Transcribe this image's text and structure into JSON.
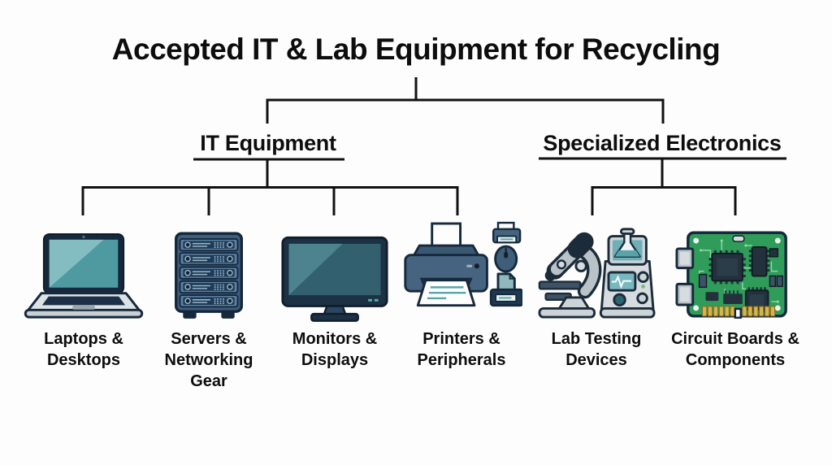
{
  "title": "Accepted IT & Lab Equipment for Recycling",
  "branches": [
    {
      "label": "IT Equipment",
      "children": [
        {
          "label": "Laptops & Desktops",
          "icon": "laptop-icon"
        },
        {
          "label": "Servers & Networking Gear",
          "icon": "server-rack-icon"
        },
        {
          "label": "Monitors & Displays",
          "icon": "monitor-icon"
        },
        {
          "label": "Printers & Peripherals",
          "icon": "printer-peripherals-icon"
        }
      ]
    },
    {
      "label": "Specialized Electronics",
      "children": [
        {
          "label": "Lab Testing Devices",
          "icon": "lab-testing-icon"
        },
        {
          "label": "Circuit Boards & Components",
          "icon": "circuit-board-icon"
        }
      ]
    }
  ],
  "palette": {
    "line": "#111111",
    "outline_navy": "#16293c",
    "steel_blue": "#44627f",
    "teal_screen": "#4f9aa1",
    "dark_teal_screen": "#32606e",
    "light_gray": "#d6dcdf",
    "pcb_green": "#2f9c59",
    "gold": "#d9b44a",
    "background": "#fdfdfd"
  }
}
